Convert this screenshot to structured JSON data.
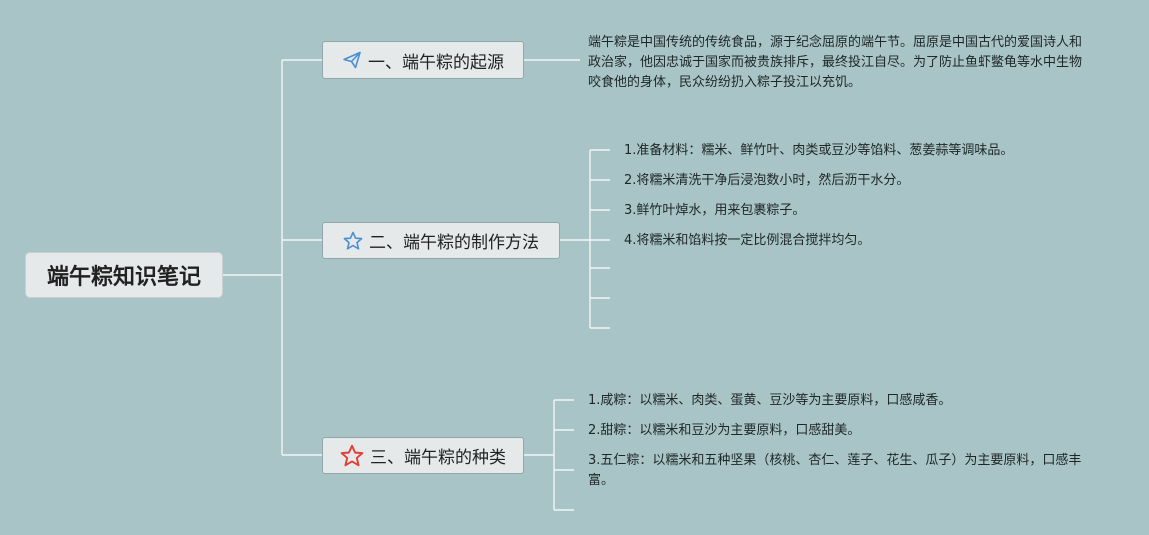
{
  "root": {
    "title": "端午粽知识笔记"
  },
  "branches": [
    {
      "icon": "paper-plane-icon",
      "icon_color": "#4a8fd4",
      "label": "一、端午粽的起源",
      "items": [
        "端午粽是中国传统的传统食品，源于纪念屈原的端午节。屈原是中国古代的爱国诗人和政治家，他因忠诚于国家而被贵族排斥，最终投江自尽。为了防止鱼虾鳖龟等水中生物咬食他的身体，民众纷纷扔入粽子投江以充饥。"
      ]
    },
    {
      "icon": "star-outline-icon",
      "icon_color": "#4a8fd4",
      "label": "二、端午粽的制作方法",
      "items": [
        "1.准备材料：糯米、鲜竹叶、肉类或豆沙等馅料、葱姜蒜等调味品。",
        "2.将糯米清洗干净后浸泡数小时，然后沥干水分。",
        "3.鲜竹叶焯水，用来包裹粽子。",
        "4.将糯米和馅料按一定比例混合搅拌均匀。",
        "",
        "",
        ""
      ]
    },
    {
      "icon": "star-outline-icon",
      "icon_color": "#e0403a",
      "label": "三、端午粽的种类",
      "items": [
        "1.咸粽：以糯米、肉类、蛋黄、豆沙等为主要原料，口感咸香。",
        "2.甜粽：以糯米和豆沙为主要原料，口感甜美。",
        "3.五仁粽：以糯米和五种坚果（核桃、杏仁、莲子、花生、瓜子）为主要原料，口感丰富。",
        ""
      ]
    }
  ],
  "colors": {
    "background": "#a9c4c6",
    "connector": "#f2f5f5",
    "node_fill": "#e6e9ea"
  }
}
